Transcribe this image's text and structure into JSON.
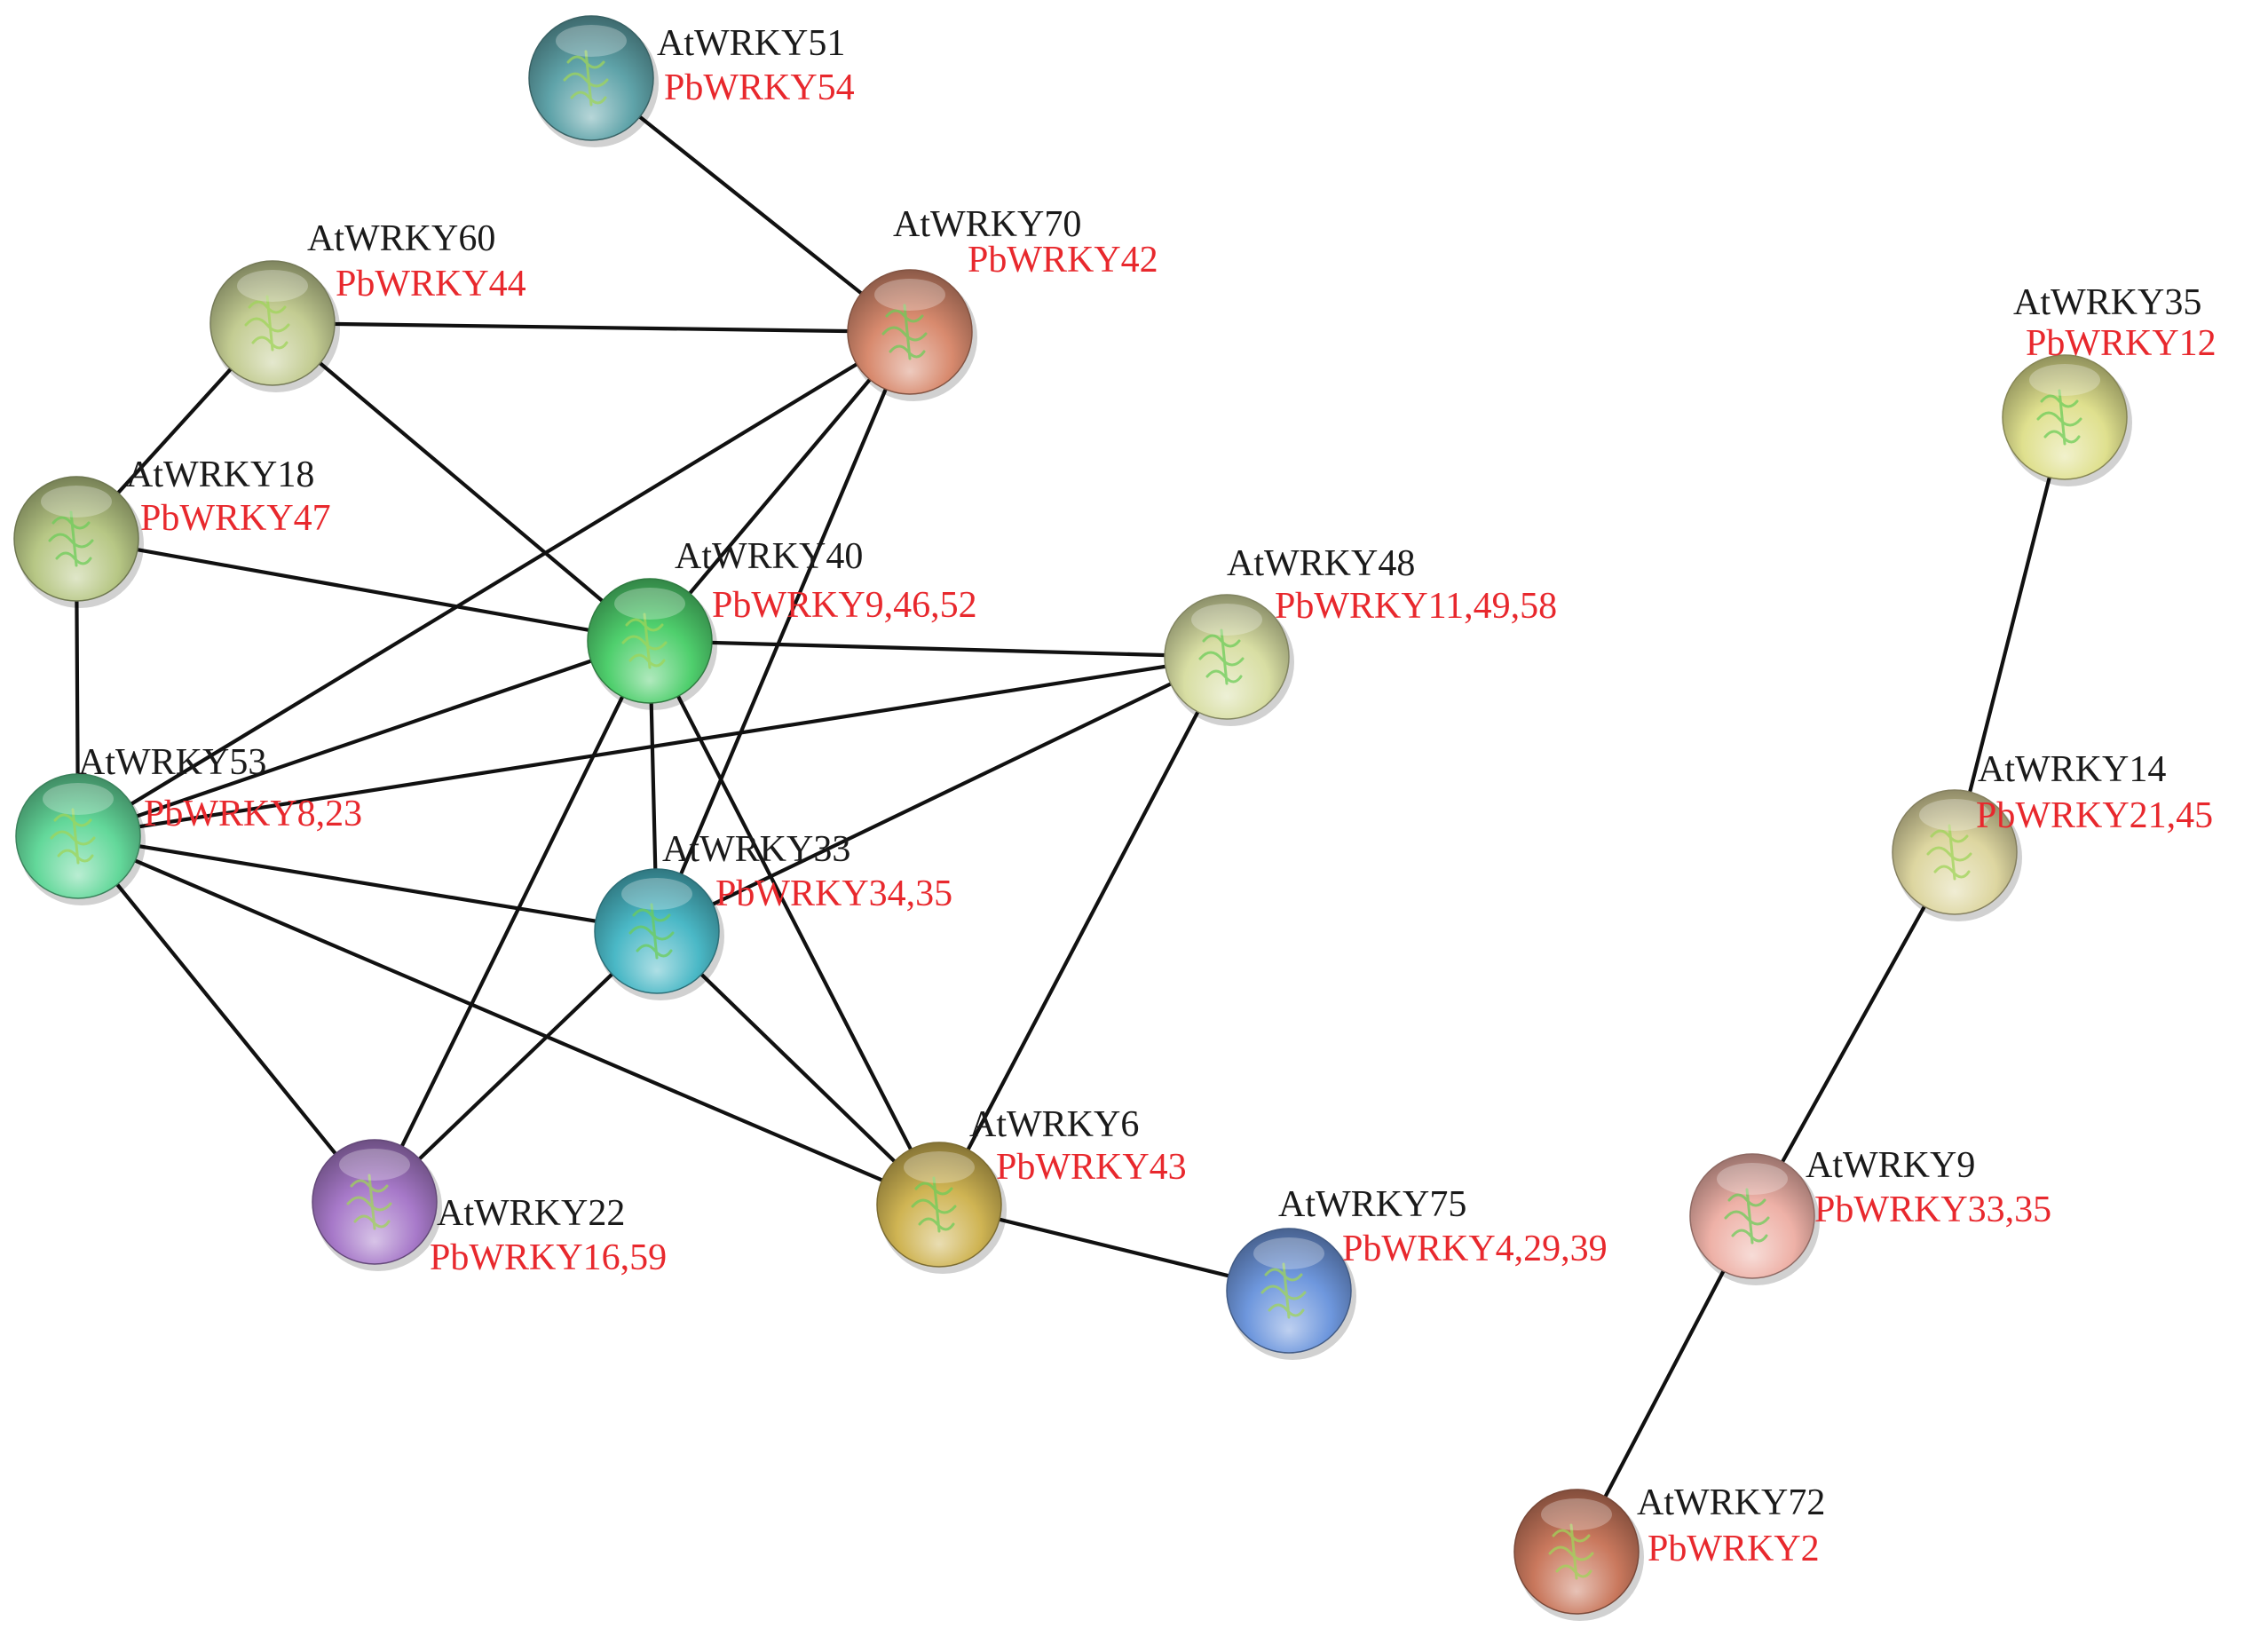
{
  "nodes": [
    {
      "id": "AtWRKY51",
      "at_label": "AtWRKY51",
      "pb_label": "PbWRKY54",
      "color": "#5fa3a9"
    },
    {
      "id": "AtWRKY70",
      "at_label": "AtWRKY70",
      "pb_label": "PbWRKY42",
      "color": "#d88a6e"
    },
    {
      "id": "AtWRKY60",
      "at_label": "AtWRKY60",
      "pb_label": "PbWRKY44",
      "color": "#c3cc92"
    },
    {
      "id": "AtWRKY18",
      "at_label": "AtWRKY18",
      "pb_label": "PbWRKY47",
      "color": "#b7c785"
    },
    {
      "id": "AtWRKY40",
      "at_label": "AtWRKY40",
      "pb_label": "PbWRKY9,46,52",
      "color": "#4fcf6d"
    },
    {
      "id": "AtWRKY48",
      "at_label": "AtWRKY48",
      "pb_label": "PbWRKY11,49,58",
      "color": "#d8dea3"
    },
    {
      "id": "AtWRKY53",
      "at_label": "AtWRKY53",
      "pb_label": "PbWRKY8,23",
      "color": "#63d89a"
    },
    {
      "id": "AtWRKY33",
      "at_label": "AtWRKY33",
      "pb_label": "PbWRKY34,35",
      "color": "#4ab8c6"
    },
    {
      "id": "AtWRKY22",
      "at_label": "AtWRKY22",
      "pb_label": "PbWRKY16,59",
      "color": "#a779c9"
    },
    {
      "id": "AtWRKY6",
      "at_label": "AtWRKY6",
      "pb_label": "PbWRKY43",
      "color": "#cfb453"
    },
    {
      "id": "AtWRKY75",
      "at_label": "AtWRKY75",
      "pb_label": "PbWRKY4,29,39",
      "color": "#6e97dd"
    },
    {
      "id": "AtWRKY35",
      "at_label": "AtWRKY35",
      "pb_label": "PbWRKY12",
      "color": "#dfe08e"
    },
    {
      "id": "AtWRKY14",
      "at_label": "AtWRKY14",
      "pb_label": "PbWRKY21,45",
      "color": "#ddd6a0"
    },
    {
      "id": "AtWRKY9",
      "at_label": "AtWRKY9",
      "pb_label": "PbWRKY33,35",
      "color": "#eeb1a7"
    },
    {
      "id": "AtWRKY72",
      "at_label": "AtWRKY72",
      "pb_label": "PbWRKY2",
      "color": "#c9785d"
    }
  ],
  "edges": [
    [
      "AtWRKY51",
      "AtWRKY70"
    ],
    [
      "AtWRKY60",
      "AtWRKY70"
    ],
    [
      "AtWRKY60",
      "AtWRKY18"
    ],
    [
      "AtWRKY60",
      "AtWRKY40"
    ],
    [
      "AtWRKY18",
      "AtWRKY40"
    ],
    [
      "AtWRKY18",
      "AtWRKY53"
    ],
    [
      "AtWRKY70",
      "AtWRKY53"
    ],
    [
      "AtWRKY70",
      "AtWRKY40"
    ],
    [
      "AtWRKY70",
      "AtWRKY33"
    ],
    [
      "AtWRKY40",
      "AtWRKY48"
    ],
    [
      "AtWRKY40",
      "AtWRKY53"
    ],
    [
      "AtWRKY40",
      "AtWRKY33"
    ],
    [
      "AtWRKY40",
      "AtWRKY22"
    ],
    [
      "AtWRKY40",
      "AtWRKY6"
    ],
    [
      "AtWRKY48",
      "AtWRKY53"
    ],
    [
      "AtWRKY48",
      "AtWRKY33"
    ],
    [
      "AtWRKY48",
      "AtWRKY6"
    ],
    [
      "AtWRKY53",
      "AtWRKY33"
    ],
    [
      "AtWRKY53",
      "AtWRKY22"
    ],
    [
      "AtWRKY53",
      "AtWRKY6"
    ],
    [
      "AtWRKY33",
      "AtWRKY22"
    ],
    [
      "AtWRKY33",
      "AtWRKY6"
    ],
    [
      "AtWRKY6",
      "AtWRKY75"
    ],
    [
      "AtWRKY35",
      "AtWRKY14"
    ],
    [
      "AtWRKY14",
      "AtWRKY9"
    ],
    [
      "AtWRKY9",
      "AtWRKY72"
    ]
  ]
}
